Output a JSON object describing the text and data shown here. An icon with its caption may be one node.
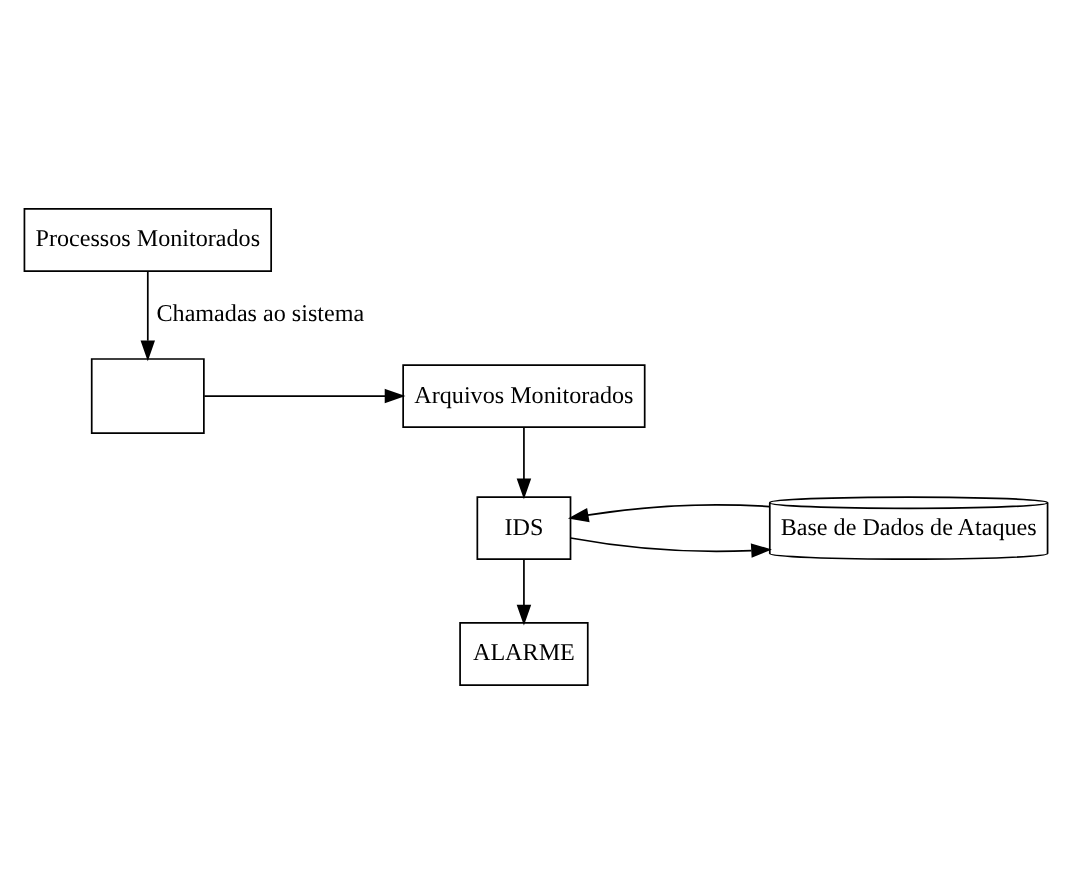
{
  "diagram": {
    "nodes": [
      {
        "text": [
          "Processos Monitorados"
        ]
      },
      {
        "text": [],
        "shape": "box"
      },
      {
        "text": [
          "Arquivos Monitorados"
        ]
      },
      {
        "text": [
          "IDS"
        ]
      },
      {
        "text": [
          "Base de Dados de Ataques"
        ]
      },
      {
        "text": [
          "ALARME"
        ]
      }
    ],
    "edges": [
      {
        "from": 0,
        "to": 1,
        "arrow": "to",
        "label": "Chamadas ao sistema"
      },
      {
        "from": 1,
        "to": 2,
        "arrow": "to"
      },
      {
        "from": 2,
        "to": 3,
        "arrow": "to"
      },
      {
        "from": 3,
        "to": 4,
        "arrow": "to"
      },
      {
        "from": 4,
        "to": 3,
        "arrow": "to"
      },
      {
        "from": 3,
        "to": 5,
        "arrow": "to"
      }
    ]
  }
}
